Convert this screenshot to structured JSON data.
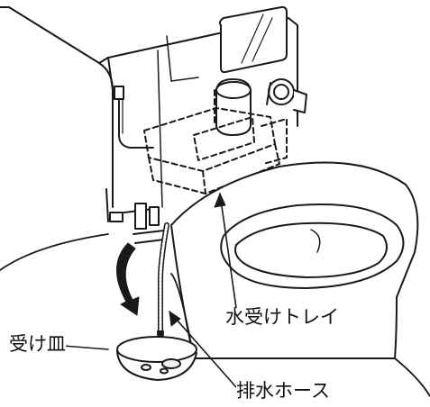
{
  "labels": {
    "water_tray": "水受けトレイ",
    "saucer": "受け皿",
    "drain_hose": "排水ホース"
  },
  "colors": {
    "line": "#1a1a1a",
    "fill": "#ffffff",
    "shade": "#f0f0f0"
  }
}
